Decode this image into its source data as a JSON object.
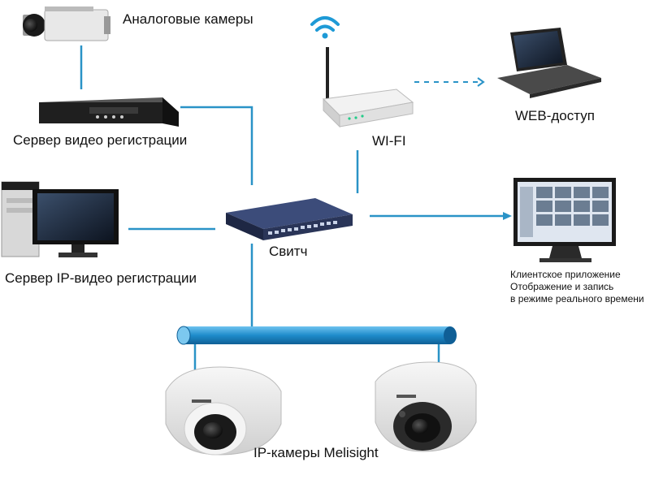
{
  "labels": {
    "analog_cameras": "Аналоговые камеры",
    "dvr": "Сервер видео регистрации",
    "nvr": "Сервер IP-видео регистрации",
    "switch": "Свитч",
    "wifi": "WI-FI",
    "web_access": "WEB-доступ",
    "client_app": [
      "Клиентское приложение",
      "Отображение и запись",
      "в режиме реального времени"
    ],
    "ip_cameras": "IP-камеры Melisight"
  },
  "colors": {
    "line": "#2a93c7",
    "bus": "#1e8ccb",
    "wifi": "#1e9ad6",
    "device_dark": "#2a2a2a",
    "switch_body": "#2f3f6e"
  }
}
